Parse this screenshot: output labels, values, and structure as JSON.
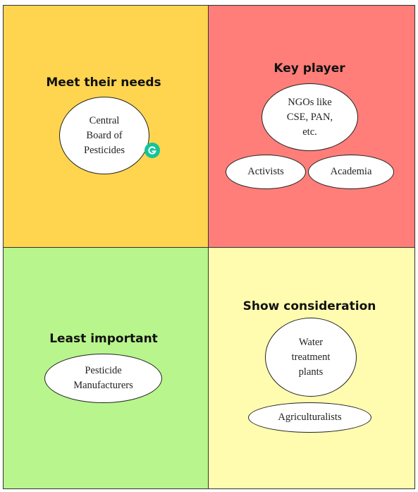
{
  "colors": {
    "meet_needs_bg": "#FFD54F",
    "key_player_bg": "#FF7E79",
    "least_important_bg": "#B8F58C",
    "show_consideration_bg": "#FFFCB0",
    "grammarly_badge": "#15C39A"
  },
  "quadrants": {
    "meet_needs": {
      "title": "Meet their needs",
      "stakeholders": [
        "Central\nBoard of\nPesticides"
      ]
    },
    "key_player": {
      "title": "Key player",
      "stakeholders": [
        "NGOs like\nCSE, PAN,\netc.",
        "Activists",
        "Academia"
      ]
    },
    "least_important": {
      "title": "Least important",
      "stakeholders": [
        "Pesticide\nManufacturers"
      ]
    },
    "show_consideration": {
      "title": "Show consideration",
      "stakeholders": [
        "Water\ntreatment\nplants",
        "Agriculturalists"
      ]
    }
  },
  "icons": {
    "grammarly": "grammarly-icon"
  }
}
